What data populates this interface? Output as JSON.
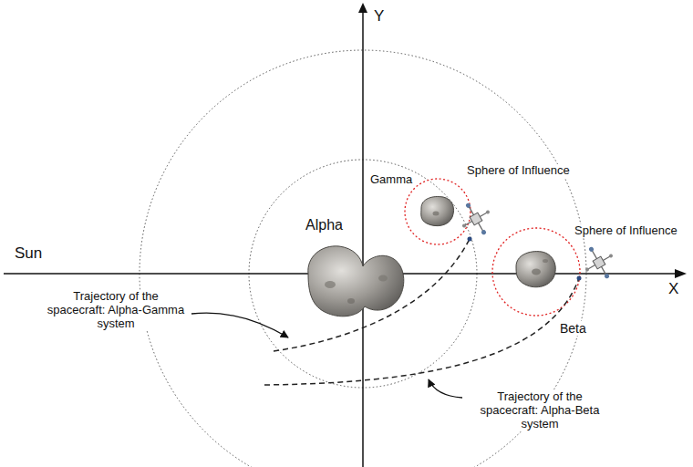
{
  "diagram": {
    "labels": [
      "Y",
      "Sun",
      "X",
      "Alpha",
      "Gamma",
      "Sphere of Influence",
      "Sphere of Influence",
      "Beta",
      "Trajectory of the spacecraft: Alpha-Gamma system",
      "Trajectory of the spacecraft: Alpha-Beta system"
    ]
  }
}
